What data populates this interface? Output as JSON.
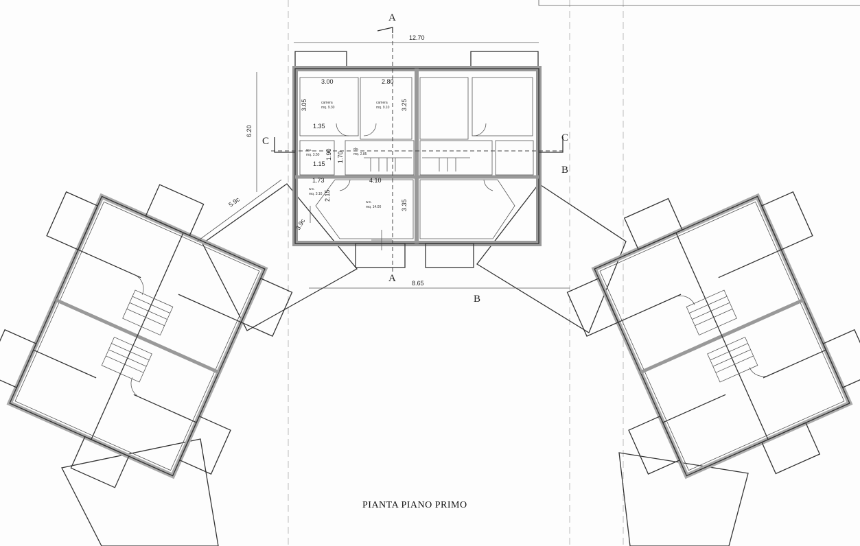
{
  "title": "PIANTA PIANO PRIMO",
  "sections": {
    "a_top": "A",
    "a_bottom": "A",
    "b_right": "B",
    "b_bottom": "B",
    "c_left": "C",
    "c_right": "C"
  },
  "dimensions": {
    "overall_width": "12.70",
    "overall_depth": "6.20",
    "bottom_width": "8.65",
    "terrace_length": "5.9c",
    "terrace_diag": "3.9c",
    "room1_width": "3.00",
    "room1_depth": "3.05",
    "room1_sub": "1.35",
    "room2_width": "2.80",
    "room2_depth": "3.25",
    "wc1_height": "1.90",
    "wc1_width": "1.15",
    "hall_height": "1.70",
    "wc2_width": "1.73",
    "wc2_depth": "2.15",
    "living_width": "4.10",
    "living_depth": "3.35"
  },
  "rooms": {
    "room1_name": "camera",
    "room1_area": "mq. 9.30",
    "room2_name": "camera",
    "room2_area": "mq. 9.10",
    "wc1_name": "w.c.",
    "wc1_area": "mq. 3.50",
    "hall_name": "dis.",
    "hall_area": "mq. 2.85",
    "wc2_name": "w.c.",
    "wc2_area": "mq. 3.10",
    "living_name": "w.c.",
    "living_area": "mq. 14.00"
  }
}
